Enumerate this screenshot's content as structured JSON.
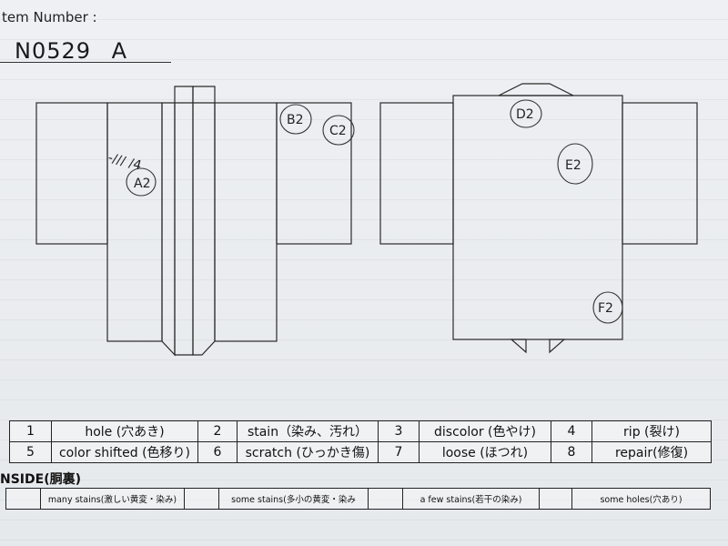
{
  "header": {
    "item_label": "tem Number :",
    "item_number": "N0529  A"
  },
  "annotations": {
    "front_marks": "-/// /4",
    "a2": "A2",
    "b2": "B2",
    "c2": "C2",
    "d2": "D2",
    "e2": "E2",
    "f2": "F2"
  },
  "legend": {
    "rows": [
      [
        {
          "num": "1",
          "label": "hole (穴あき)"
        },
        {
          "num": "2",
          "label": "stain（染み、汚れ）"
        },
        {
          "num": "3",
          "label": "discolor (色やけ)"
        },
        {
          "num": "4",
          "label": "rip (裂け)"
        }
      ],
      [
        {
          "num": "5",
          "label": "color shifted (色移り)"
        },
        {
          "num": "6",
          "label": "scratch (ひっかき傷)"
        },
        {
          "num": "7",
          "label": "loose (ほつれ)"
        },
        {
          "num": "8",
          "label": "repair(修復)"
        }
      ]
    ]
  },
  "inside": {
    "title": "NSIDE(胴裏)",
    "items": [
      "many stains(激しい黄変・染み)",
      "some stains(多小の黄変・染み",
      "a few stains(若干の染み)",
      "some holes(穴あり)"
    ]
  }
}
